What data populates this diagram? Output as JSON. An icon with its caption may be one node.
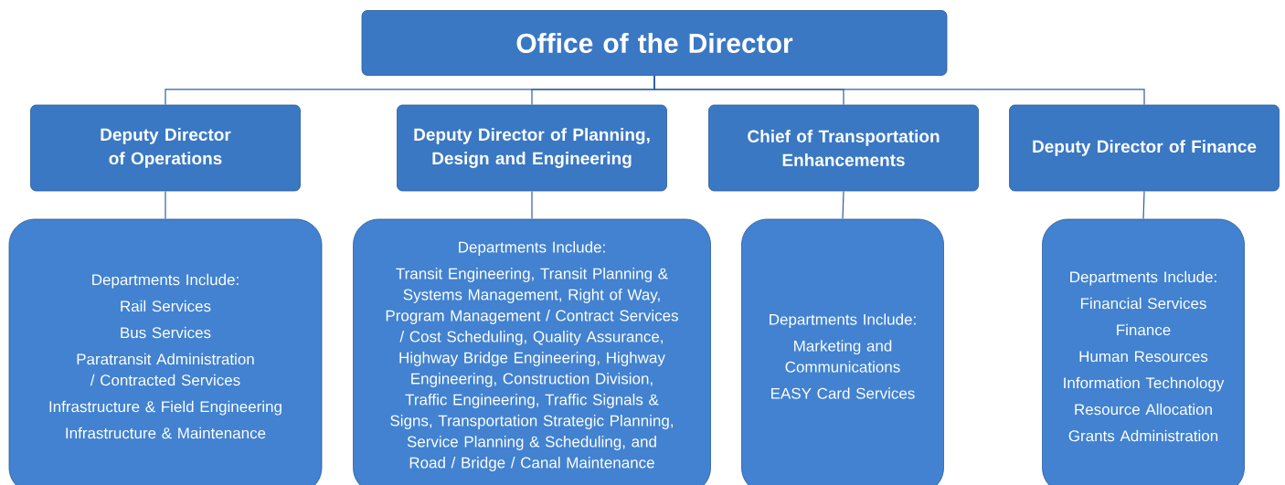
{
  "diagram": {
    "nodes": [
      {
        "text": [
          "Office of the Director"
        ]
      },
      {
        "text": [
          "Deputy Director of Operations"
        ]
      },
      {
        "text": [
          "Deputy Director of Planning, Design and Engineering"
        ]
      },
      {
        "text": [
          "Chief of Transportation Enhancements"
        ]
      },
      {
        "text": [
          "Deputy Director of Finance"
        ]
      },
      {
        "text": [
          "Departments Include:",
          "Rail Services",
          "Bus Services",
          "Paratransit Administration / Contracted Services",
          "Infrastructure & Field Engineering",
          "Infrastructure & Maintenance"
        ]
      },
      {
        "text": [
          "Departments Include:",
          "Transit Engineering, Transit Planning & Systems Management, Right of Way, Program Management / Contract Services / Cost Scheduling, Quality Assurance, Highway Bridge Engineering, Highway Engineering, Construction Division, Traffic Engineering, Traffic Signals & Signs, Transportation Strategic Planning, Service Planning & Scheduling, and Road / Bridge / Canal Maintenance"
        ]
      },
      {
        "text": [
          "Departments Include:",
          "Marketing and Communications",
          "EASY Card Services"
        ]
      },
      {
        "text": [
          "Departments Include:",
          "Financial Services",
          "Finance",
          "Human Resources",
          "Information Technology",
          "Resource Allocation",
          "Grants Administration"
        ]
      }
    ],
    "edges": [
      {
        "from": 0,
        "to": 1,
        "arrow": "none"
      },
      {
        "from": 0,
        "to": 2,
        "arrow": "none"
      },
      {
        "from": 0,
        "to": 3,
        "arrow": "none"
      },
      {
        "from": 0,
        "to": 4,
        "arrow": "none"
      },
      {
        "from": 1,
        "to": 5,
        "arrow": "none"
      },
      {
        "from": 2,
        "to": 6,
        "arrow": "none"
      },
      {
        "from": 3,
        "to": 7,
        "arrow": "none"
      },
      {
        "from": 4,
        "to": 8,
        "arrow": "none"
      }
    ]
  }
}
